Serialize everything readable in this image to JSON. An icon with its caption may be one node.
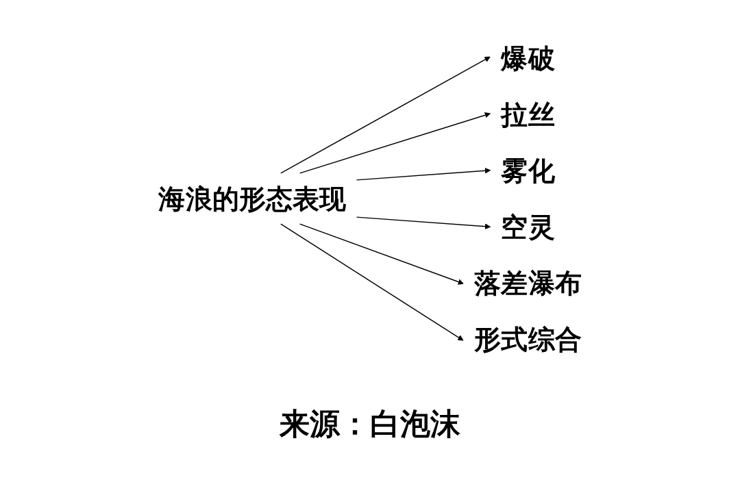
{
  "diagram": {
    "nodes": [
      {
        "text": [
          "海浪的形态表现"
        ]
      },
      {
        "text": [
          "爆破"
        ]
      },
      {
        "text": [
          "拉丝"
        ]
      },
      {
        "text": [
          "雾化"
        ]
      },
      {
        "text": [
          "空灵"
        ]
      },
      {
        "text": [
          "落差瀑布"
        ]
      },
      {
        "text": [
          "形式综合"
        ]
      }
    ],
    "edges": [
      {
        "from": 0,
        "to": 1,
        "arrow": "to"
      },
      {
        "from": 0,
        "to": 2,
        "arrow": "to"
      },
      {
        "from": 0,
        "to": 3,
        "arrow": "to"
      },
      {
        "from": 0,
        "to": 4,
        "arrow": "to"
      },
      {
        "from": 0,
        "to": 5,
        "arrow": "to"
      },
      {
        "from": 0,
        "to": 6,
        "arrow": "to"
      }
    ],
    "caption": "来源：白泡沫"
  }
}
